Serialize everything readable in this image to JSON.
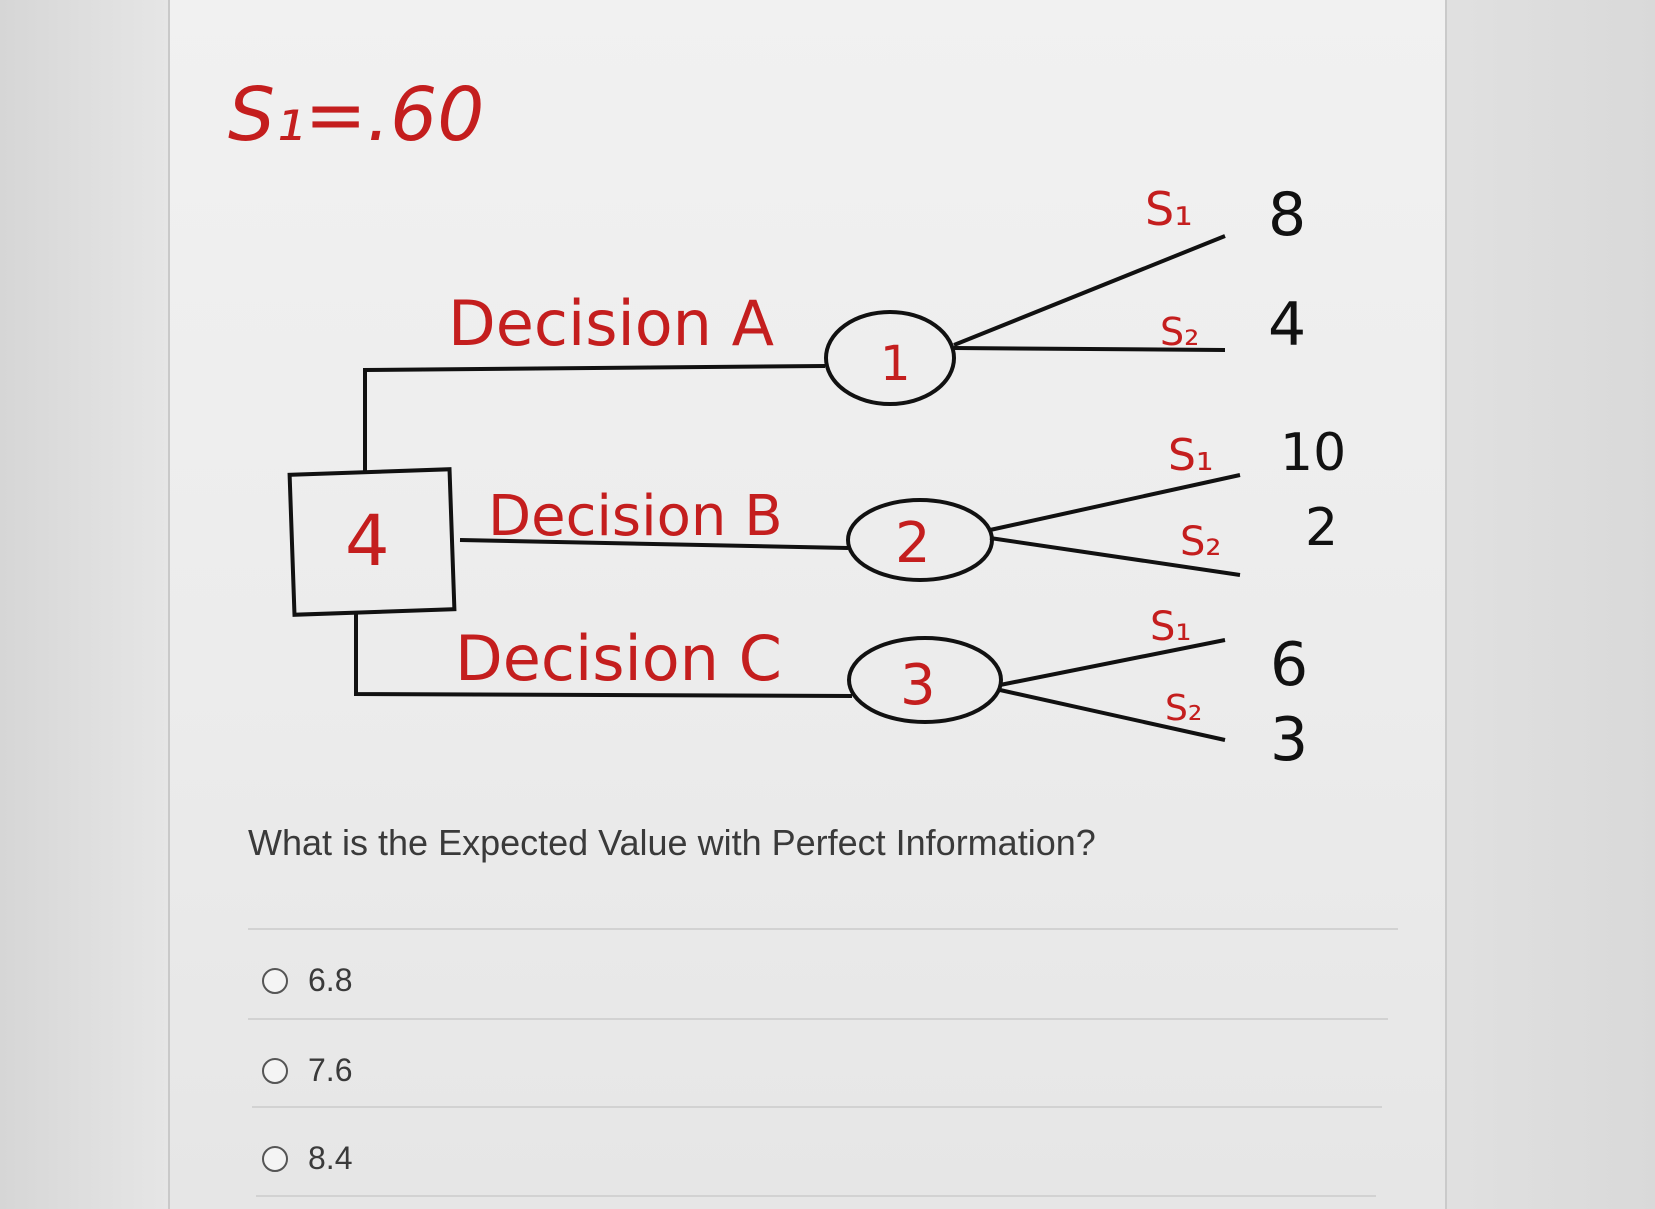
{
  "diagram": {
    "prob_label": "S₁=.60",
    "decision_node": "4",
    "decisions": [
      {
        "label": "Decision A",
        "chance_node": "1",
        "outcomes": [
          {
            "state": "S₁",
            "payoff": "8"
          },
          {
            "state": "S₂",
            "payoff": "4"
          }
        ]
      },
      {
        "label": "Decision B",
        "chance_node": "2",
        "outcomes": [
          {
            "state": "S₁",
            "payoff": "10"
          },
          {
            "state": "S₂",
            "payoff": "2"
          }
        ]
      },
      {
        "label": "Decision C",
        "chance_node": "3",
        "outcomes": [
          {
            "state": "S₁",
            "payoff": "6"
          },
          {
            "state": "S₂",
            "payoff": "3"
          }
        ]
      }
    ],
    "ink_red": "#c41e1e",
    "ink_black": "#111111"
  },
  "question": "What is the Expected Value with Perfect Information?",
  "options": [
    {
      "label": "6.8",
      "selected": false
    },
    {
      "label": "7.6",
      "selected": false
    },
    {
      "label": "8.4",
      "selected": false
    }
  ]
}
